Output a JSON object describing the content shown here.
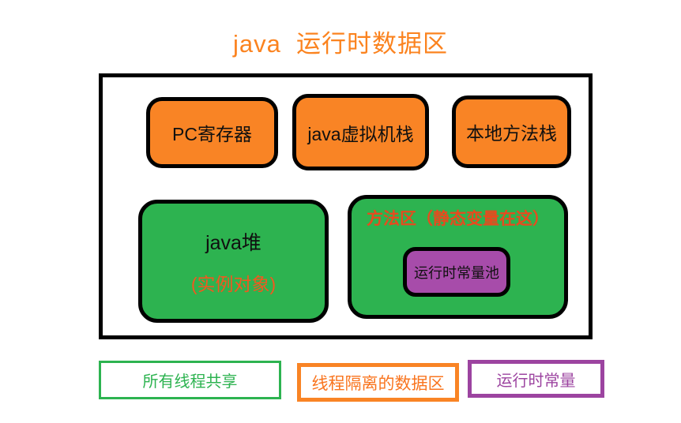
{
  "title": {
    "text": "java  运行时数据区",
    "color": "#fb831f"
  },
  "diagram": {
    "thread_private_boxes": [
      {
        "label": "PC寄存器"
      },
      {
        "label": "java虚拟机栈"
      },
      {
        "label": "本地方法栈"
      }
    ],
    "heap": {
      "title": "java堆",
      "note": "(实例对象)"
    },
    "method_area": {
      "title": "方法区（静态变量在这）",
      "constant_pool_label": "运行时常量池"
    }
  },
  "legend": {
    "shared": {
      "label": "所有线程共享",
      "color": "#2db350"
    },
    "isolated": {
      "label": "线程隔离的数据区",
      "color": "#f98425"
    },
    "constant": {
      "label": "运行时常量",
      "color": "#9c44a0"
    }
  },
  "colors": {
    "orange_fill": "#f98425",
    "green_fill": "#2db350",
    "purple_fill": "#a74caa",
    "method_area_title_text": "#e84a1e",
    "heap_note_text": "#f2581f",
    "outline": "#000000",
    "background": "#ffffff"
  }
}
